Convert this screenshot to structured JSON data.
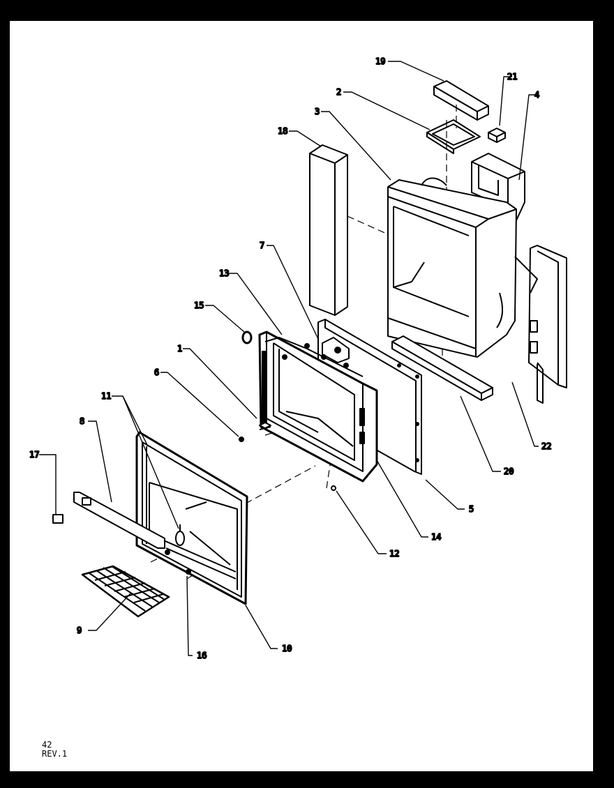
{
  "diagram": {
    "callouts": {
      "c1": "1",
      "c2": "2",
      "c3": "3",
      "c4": "4",
      "c5": "5",
      "c6": "6",
      "c7": "7",
      "c8": "8",
      "c9": "9",
      "c10": "10",
      "c11": "11",
      "c12": "12",
      "c13": "13",
      "c14": "14",
      "c15": "15",
      "c16": "16",
      "c17": "17",
      "c18": "18",
      "c19": "19",
      "c20": "20",
      "c21": "21",
      "c22": "22"
    }
  },
  "footer": {
    "page": "42",
    "revision": "REV.1"
  }
}
